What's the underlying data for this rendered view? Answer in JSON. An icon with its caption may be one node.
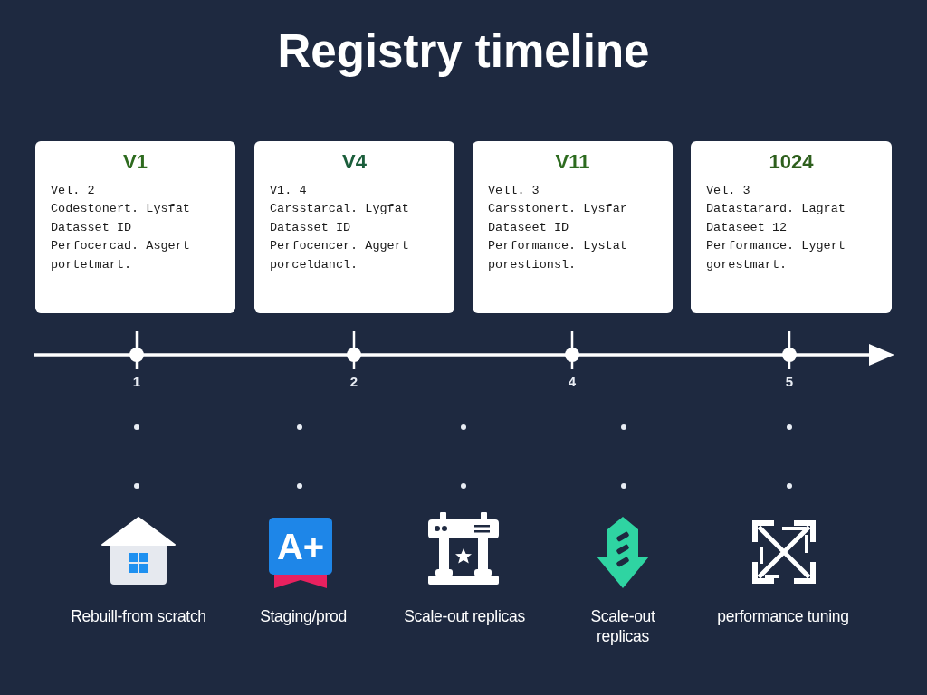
{
  "diagram": {
    "title": "Registry timeline",
    "nodes": [
      {
        "text": [
          "V1",
          "Vel. 2",
          "Codestonert. Lysfat",
          "Datasset ID",
          "Perfocercad. Asgert portetmart."
        ]
      },
      {
        "text": [
          "V4",
          "V1. 4",
          "Carsstarcal. Lygfat",
          "Datasset ID",
          "Perfocencer. Aggert porceldancl."
        ]
      },
      {
        "text": [
          "V11",
          "Vell. 3",
          "Carsstonert. Lysfar",
          "Dataseet ID",
          "Performance. Lystat porestionsl."
        ]
      },
      {
        "text": [
          "1024",
          "Vel. 3",
          "Datastarard. Lagrat",
          "Dataseet 12",
          "Performance. Lygert gorestmart."
        ]
      },
      {
        "text": [
          "A+"
        ]
      }
    ],
    "labels": [
      "1",
      "2",
      "4",
      "5",
      "Rebuill-from scratch",
      "Staging/prod",
      "Scale-out replicas",
      "Scale-out replicas",
      "performance tuning"
    ]
  }
}
